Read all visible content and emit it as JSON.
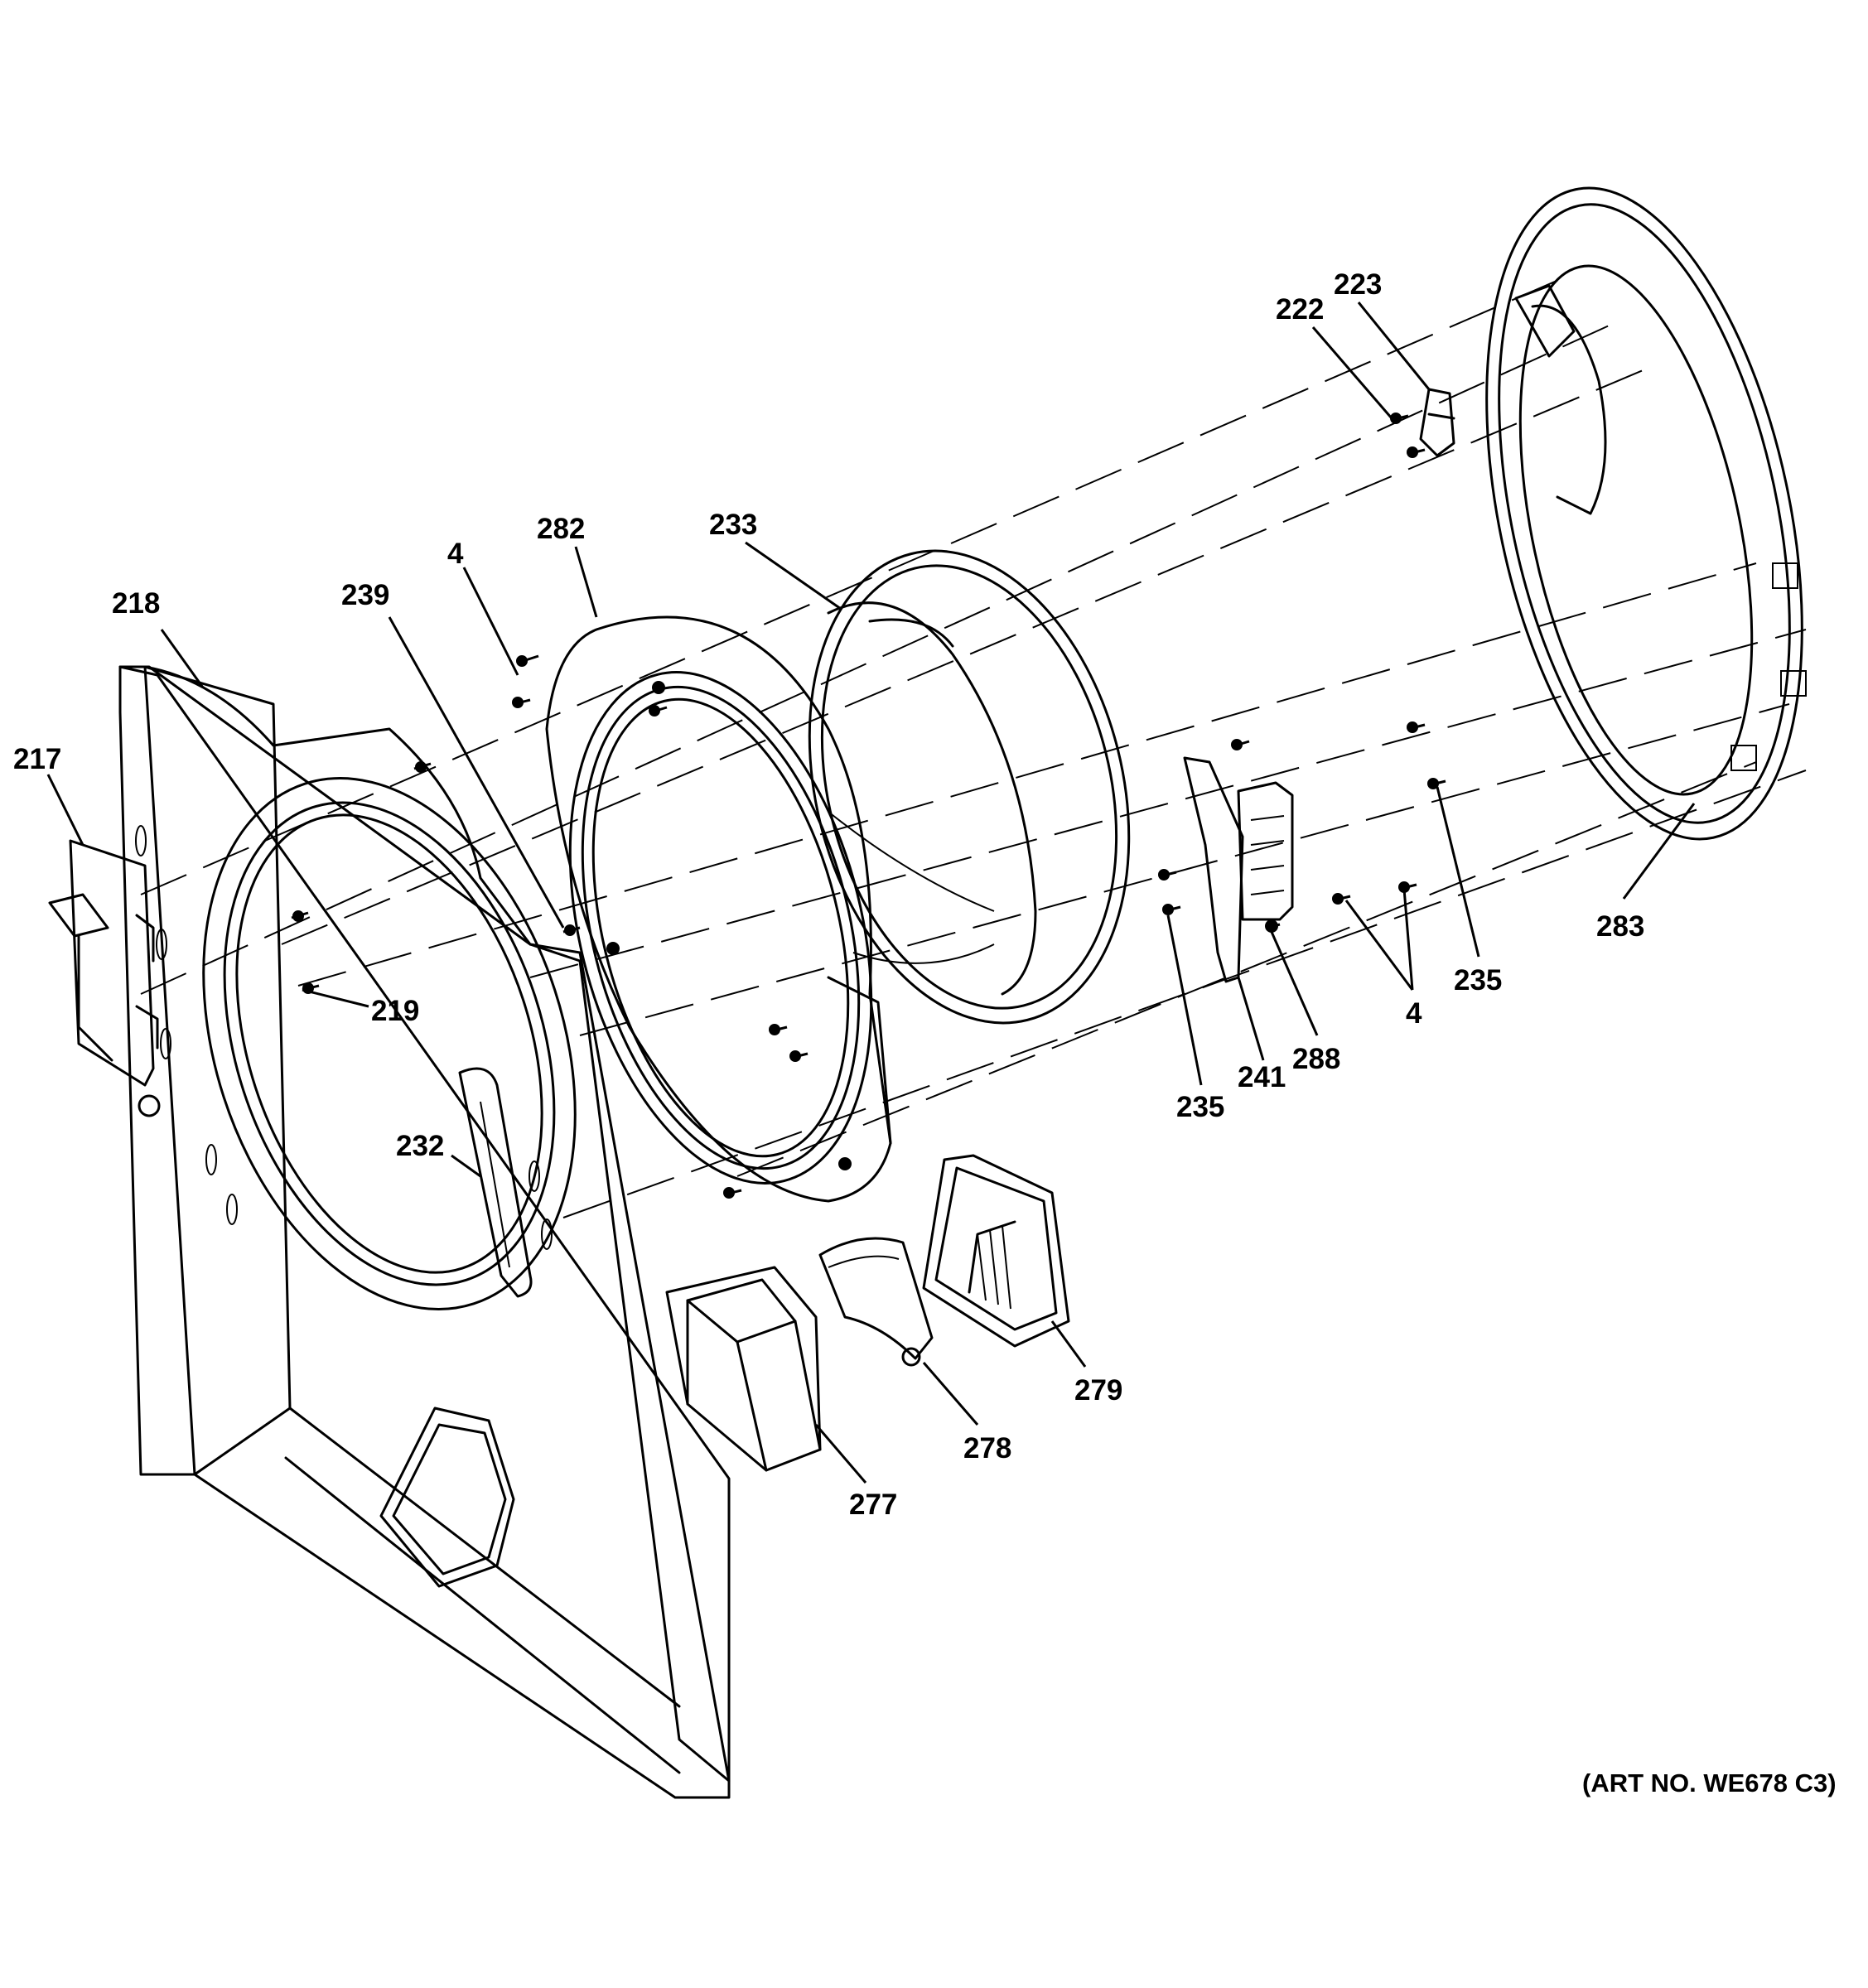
{
  "diagram": {
    "art_number": "(ART NO. WE678 C3)",
    "labels": {
      "p217": "217",
      "p218": "218",
      "p219": "219",
      "p232": "232",
      "p239": "239",
      "p4_top": "4",
      "p282": "282",
      "p233": "233",
      "p222": "222",
      "p223": "223",
      "p283": "283",
      "p235_right": "235",
      "p4_bottom": "4",
      "p288": "288",
      "p241": "241",
      "p235_mid": "235",
      "p277": "277",
      "p278": "278",
      "p279": "279"
    }
  }
}
